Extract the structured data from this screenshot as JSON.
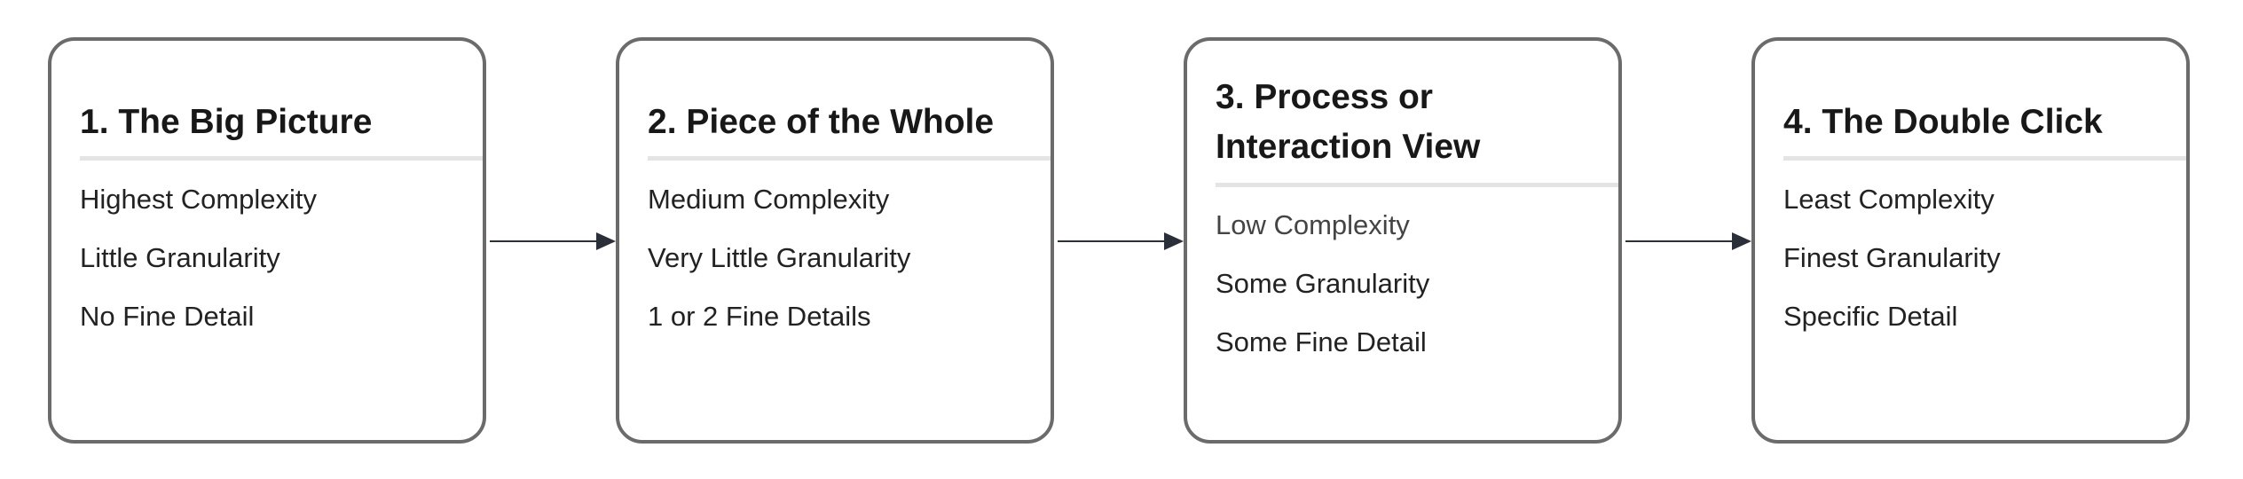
{
  "diagram": {
    "steps": [
      {
        "title": "1. The Big Picture",
        "items": [
          "Highest Complexity",
          "Little Granularity",
          "No Fine Detail"
        ]
      },
      {
        "title": "2. Piece of the Whole",
        "items": [
          "Medium Complexity",
          "Very Little Granularity",
          "1 or 2 Fine Details"
        ]
      },
      {
        "title": "3. Process or\nInteraction View",
        "items": [
          "Low Complexity",
          "Some Granularity",
          "Some Fine Detail"
        ]
      },
      {
        "title": "4. The Double Click",
        "items": [
          "Least Complexity",
          "Finest Granularity",
          "Specific Detail"
        ]
      }
    ]
  }
}
